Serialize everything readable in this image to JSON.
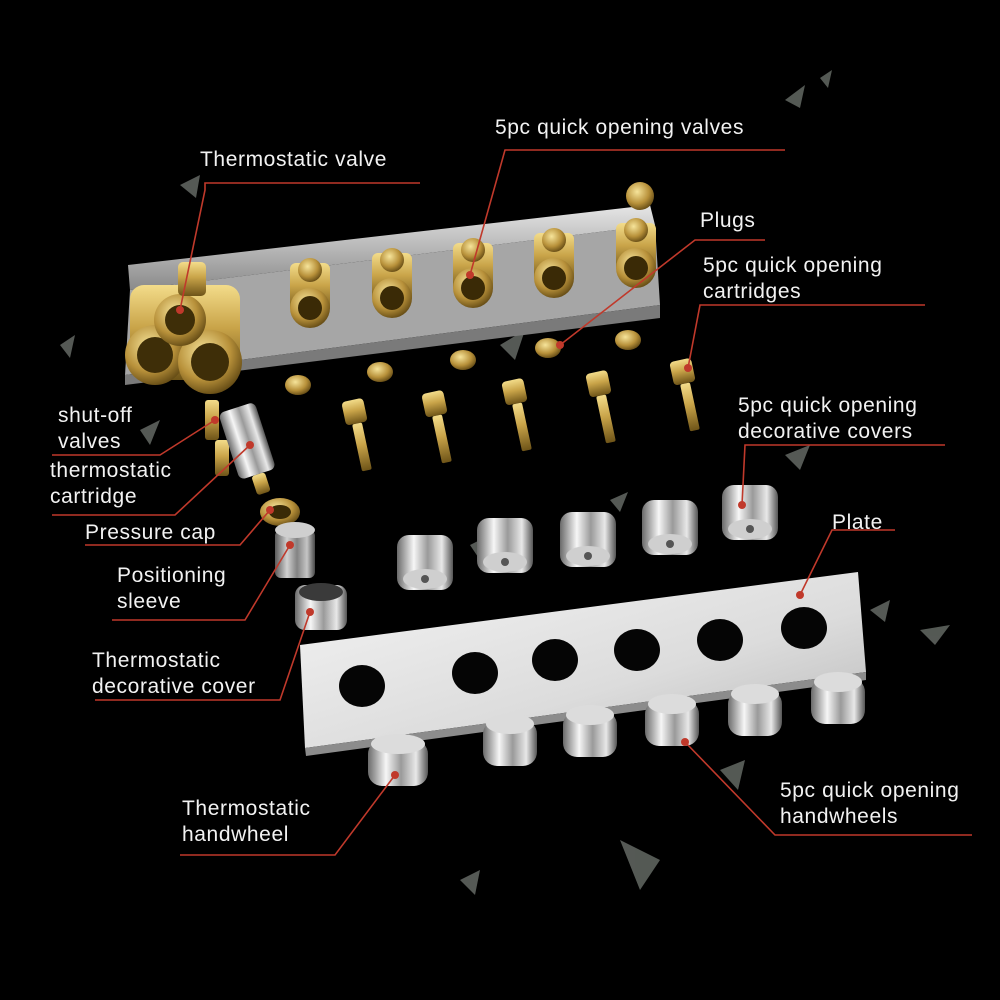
{
  "colors": {
    "background": "#000000",
    "leader_line": "#c0392b",
    "label_text": "#f2f2f2",
    "brass": "#c9a449",
    "chrome": "#d6d6d6",
    "plate": "#e4e4e4"
  },
  "labels": {
    "thermostatic_valve": "Thermostatic valve",
    "quick_valves": "5pc  quick opening valves",
    "plugs": "Plugs",
    "quick_cartridges": [
      "5pc  quick opening",
      "cartridges"
    ],
    "shutoff_valves": [
      "shut-off",
      "valves"
    ],
    "thermostatic_cartridge": [
      "thermostatic",
      "cartridge"
    ],
    "pressure_cap": "Pressure cap",
    "positioning_sleeve": [
      "Positioning",
      "sleeve"
    ],
    "quick_covers": [
      "5pc  quick opening",
      "decorative covers"
    ],
    "plate": "Plate",
    "thermostatic_cover": [
      "Thermostatic",
      "decorative cover"
    ],
    "thermostatic_handwheel": [
      "Thermostatic",
      "handwheel"
    ],
    "quick_handwheels": [
      "5pc  quick opening",
      "handwheels"
    ]
  }
}
